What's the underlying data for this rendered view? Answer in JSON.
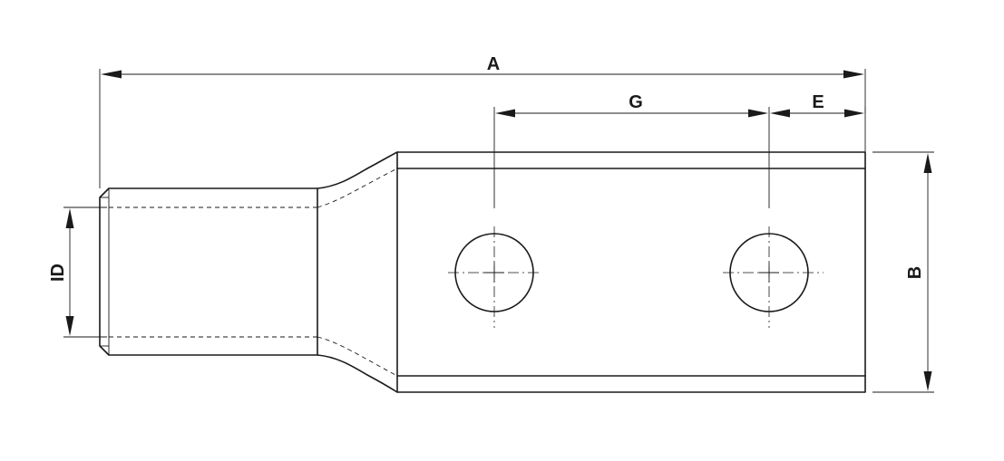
{
  "diagram": {
    "labels": {
      "A": "A",
      "G": "G",
      "E": "E",
      "B": "B",
      "ID": "ID"
    }
  }
}
